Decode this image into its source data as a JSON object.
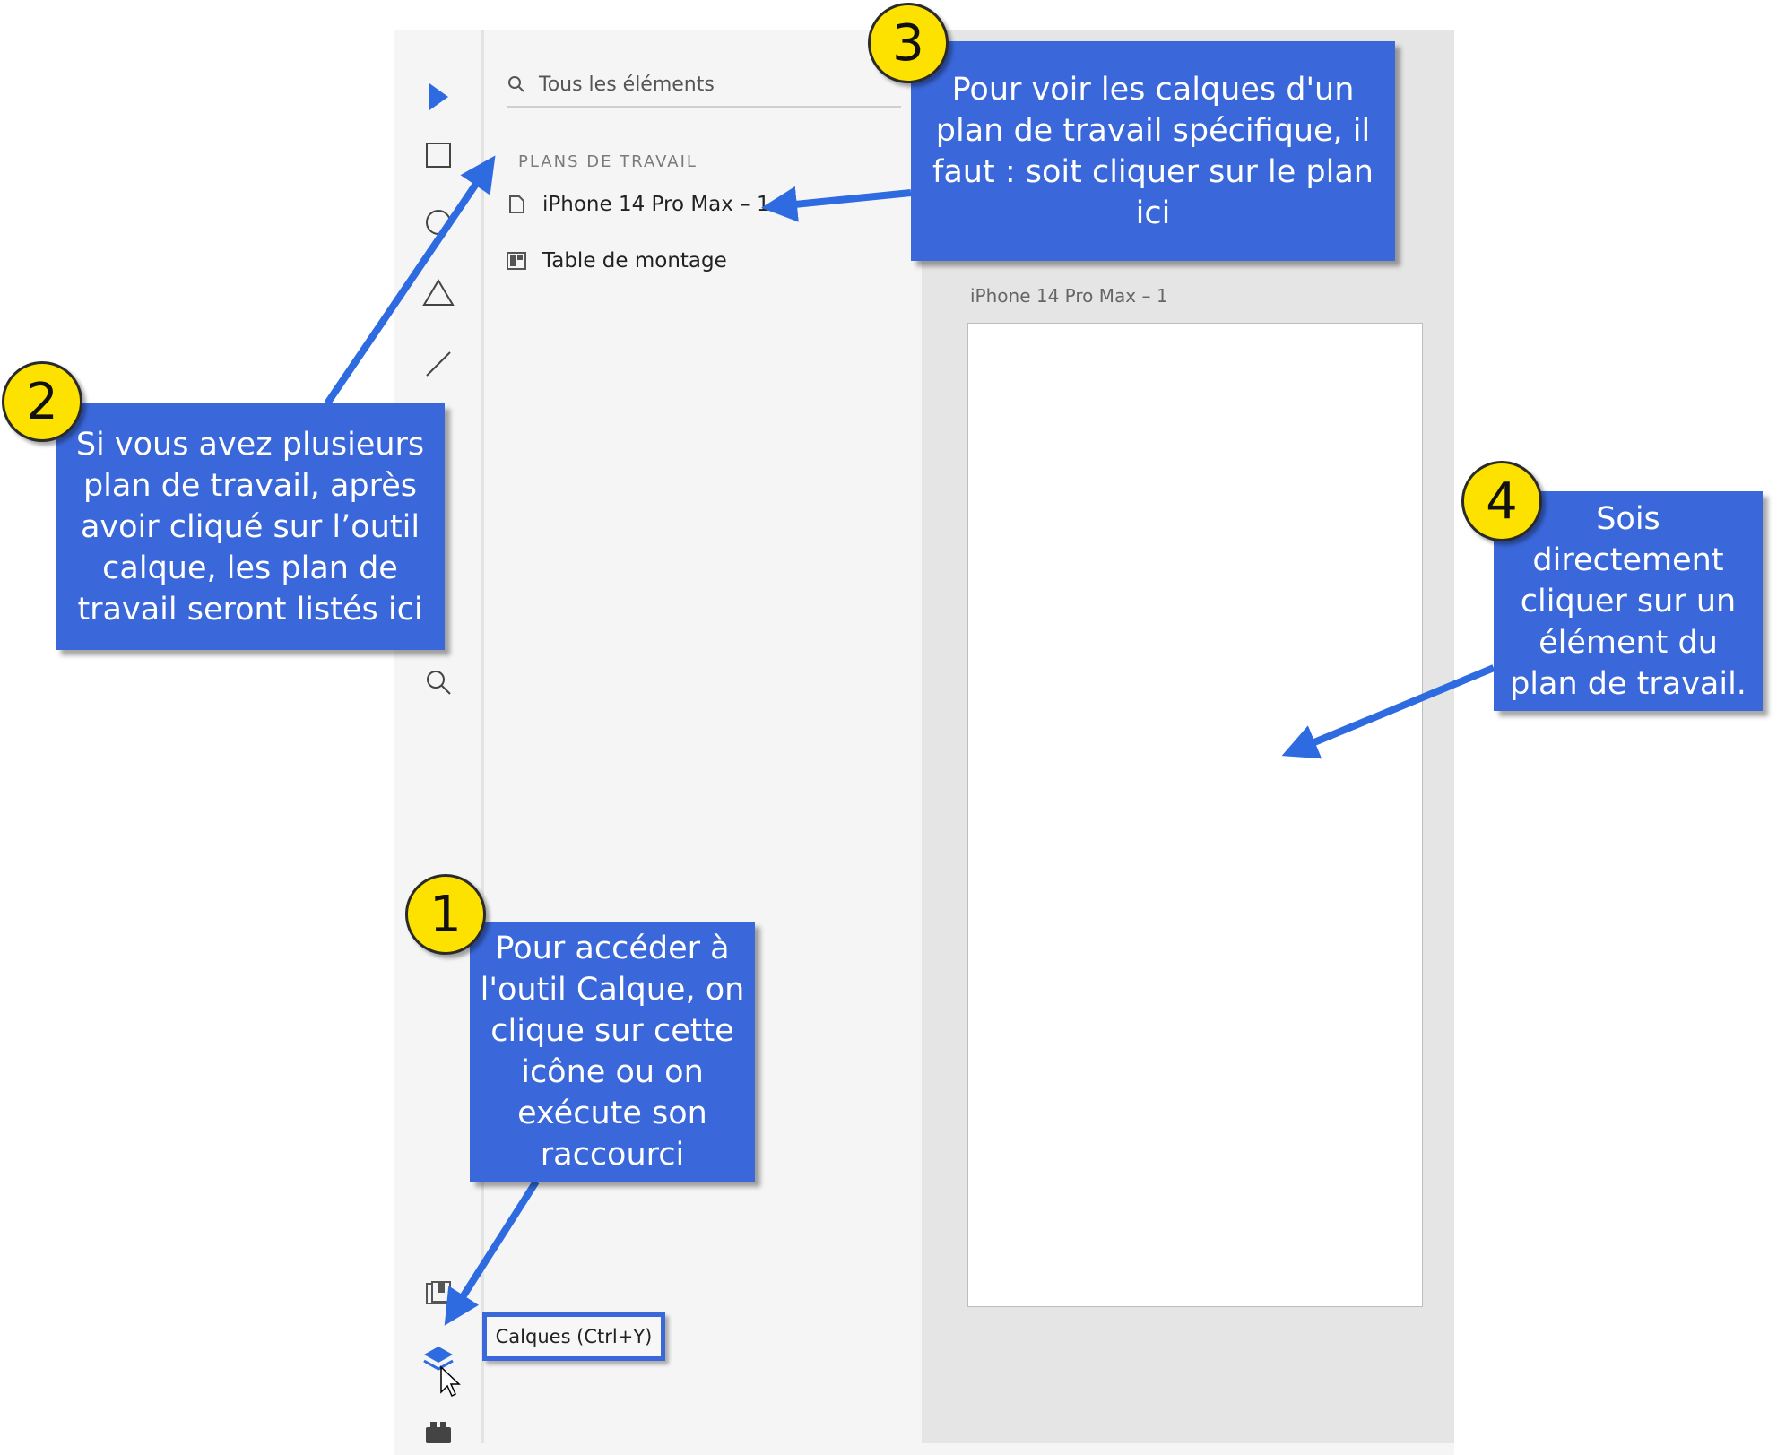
{
  "panel": {
    "search_placeholder": "Tous les éléments",
    "section_label": "PLANS DE TRAVAIL",
    "items": [
      {
        "label": "iPhone 14 Pro Max – 1"
      },
      {
        "label": "Table de montage"
      }
    ]
  },
  "canvas": {
    "artboard_title": "iPhone 14 Pro Max – 1"
  },
  "tooltip": {
    "label": "Calques (Ctrl+Y)"
  },
  "callouts": [
    {
      "number": "1",
      "text": "Pour accéder à l'outil Calque, on clique sur cette icône ou on exécute son raccourci"
    },
    {
      "number": "2",
      "text": "Si vous avez plusieurs plan de travail, après avoir cliqué sur l’outil calque, les plan de travail seront listés ici"
    },
    {
      "number": "3",
      "text": "Pour voir les calques d'un plan de travail spécifique, il faut : soit cliquer sur le plan ici"
    },
    {
      "number": "4",
      "text": "Sois directement cliquer sur un élément du plan de travail."
    }
  ],
  "colors": {
    "callout_bg": "#3a67d9",
    "badge": "#fde200",
    "accent": "#2f6be0"
  },
  "icons": [
    "select-icon",
    "rectangle-icon",
    "ellipse-icon",
    "triangle-icon",
    "line-icon",
    "search-icon",
    "layers-icon",
    "plugins-icon",
    "assets-icon"
  ]
}
